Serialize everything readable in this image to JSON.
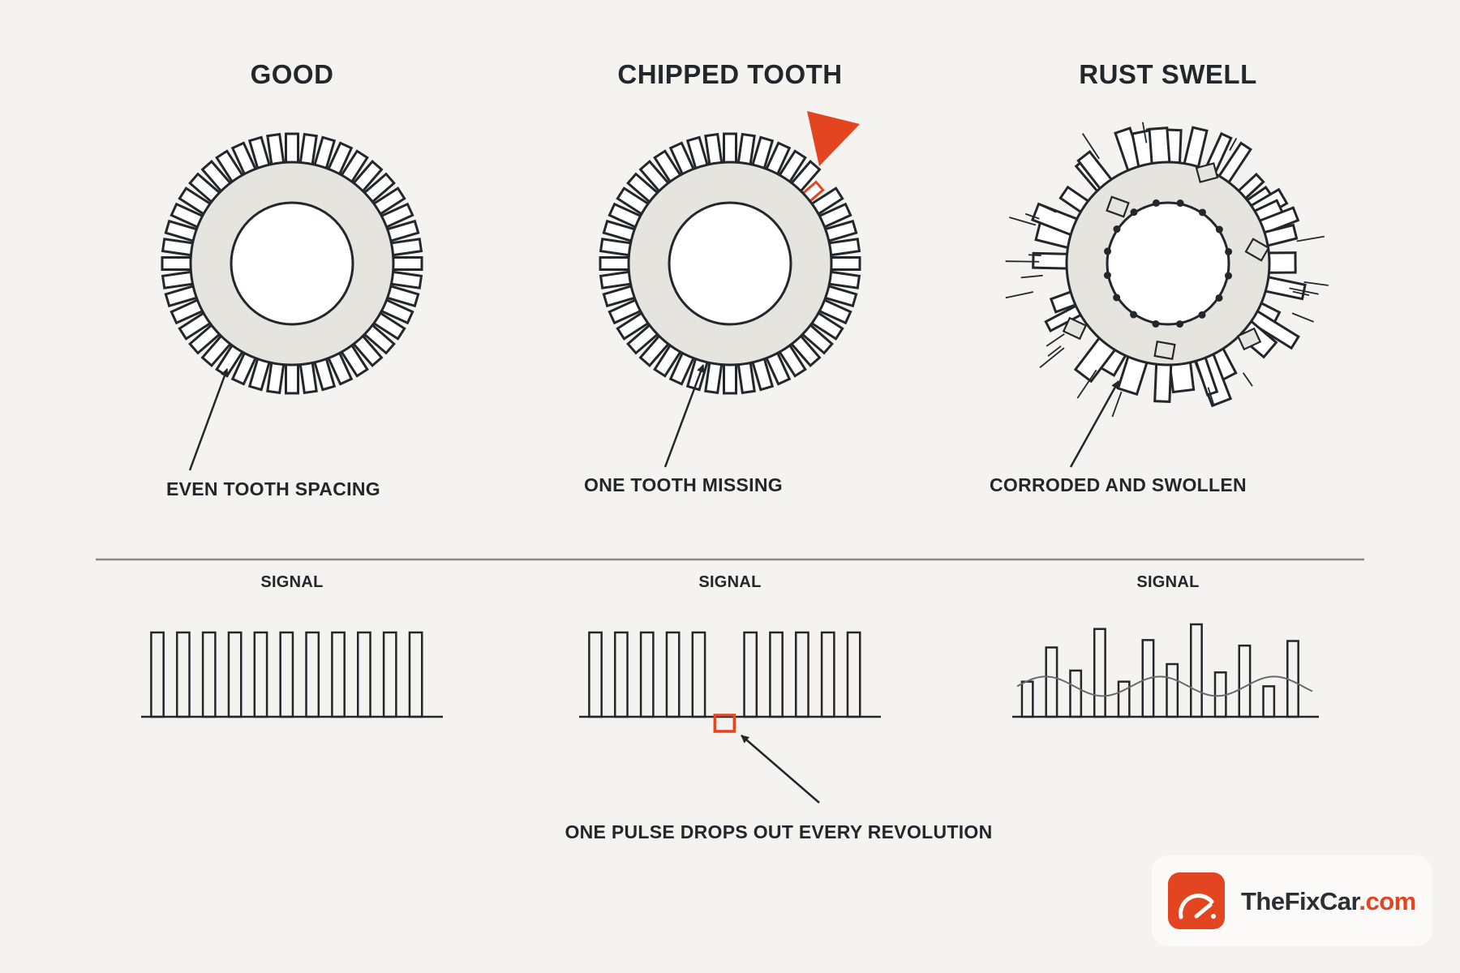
{
  "colors": {
    "background": "#f5f3ef",
    "ink": "#22272c",
    "ring_fill": "#e6e4de",
    "accent": "#e2451f",
    "divider": "#8a8a8a",
    "logo_card": "#fbfaf8"
  },
  "panels": [
    {
      "id": "good",
      "title": "GOOD",
      "wheel_state": "good",
      "caption": "EVEN TOOTH SPACING",
      "signal_label": "SIGNAL",
      "signal": {
        "pattern": "uniform",
        "pulses": [
          1,
          1,
          1,
          1,
          1,
          1,
          1,
          1,
          1,
          1,
          1
        ]
      }
    },
    {
      "id": "chipped",
      "title": "CHIPPED TOOTH",
      "wheel_state": "missing-tooth",
      "caption": "ONE TOOTH MISSING",
      "signal_label": "SIGNAL",
      "signal": {
        "pattern": "dropout",
        "pulses": [
          1,
          1,
          1,
          1,
          1,
          0,
          1,
          1,
          1,
          1,
          1
        ],
        "note": "ONE PULSE DROPS OUT EVERY REVOLUTION"
      }
    },
    {
      "id": "rust",
      "title": "RUST SWELL",
      "wheel_state": "corroded",
      "caption": "CORRODED AND SWOLLEN",
      "signal_label": "SIGNAL",
      "signal": {
        "pattern": "erratic",
        "pulses": [
          0.38,
          0.75,
          0.5,
          0.95,
          0.38,
          0.83,
          0.57,
          1.0,
          0.48,
          0.77,
          0.33,
          0.82
        ]
      }
    }
  ],
  "logo": {
    "brand": "TheFixCar",
    "tld": ".com",
    "icon": "gauge-icon"
  }
}
